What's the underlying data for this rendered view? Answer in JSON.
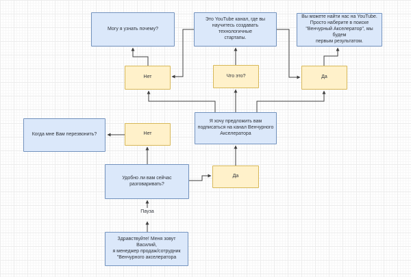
{
  "colors": {
    "canvas-bg": "#ffffff",
    "grid-minor": "#f7f7f7",
    "grid-major": "#ececec",
    "node-blue-fill": "#dbe8fa",
    "node-blue-border": "#7191bd",
    "node-yellow-fill": "#fff1ca",
    "node-yellow-border": "#d6b656",
    "edge": "#3f3f3f",
    "text": "#2d3138"
  },
  "diagram": {
    "nodes": {
      "ask_why": {
        "label": "Могу я узнать почему?"
      },
      "channel_description": {
        "label": "Это YouTube канал, где вы\nнаучитесь создавать технологичные\nстартапы."
      },
      "youtube_search": {
        "label": "Вы можете найти нас на YouTube.\nПросто наберите в поиске\n\"Венчурный Акселератор\", мы будем\nпервым результатом."
      },
      "no_1": {
        "label": "Нет"
      },
      "what_is_it": {
        "label": "Что это?"
      },
      "yes_1": {
        "label": "Да"
      },
      "offer_subscribe": {
        "label": "Я хочу предложить вам\nподписаться на канал Венчурного\nАкселератора"
      },
      "when_callback": {
        "label": "Когда мне Вам перезвонить?"
      },
      "no_2": {
        "label": "Нет"
      },
      "convenient_to_talk": {
        "label": "Удобно ли вам сейчас\nразговаривать?"
      },
      "yes_2": {
        "label": "Да"
      },
      "greeting": {
        "label": "Здравствуйте! Меня зовут Василий,\nя менеджер продаж/сотрудник\n\"Венчурного акселератора"
      }
    },
    "edge_labels": {
      "pause": "Пауза"
    }
  }
}
